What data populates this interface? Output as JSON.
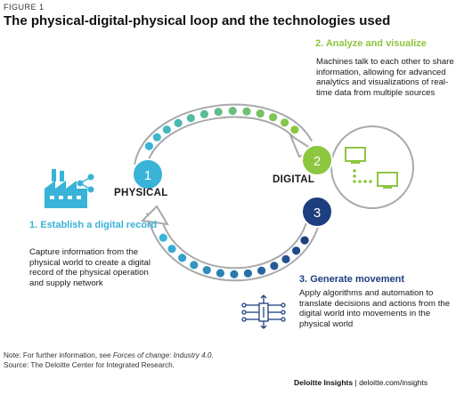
{
  "figure_label": "FIGURE 1",
  "title": "The physical-digital-physical loop and the technologies used",
  "nodes": {
    "n1": "1",
    "n2": "2",
    "n3": "3",
    "physical": "PHYSICAL",
    "digital": "DIGITAL"
  },
  "steps": {
    "s1": {
      "heading": "1. Establish a digital record",
      "body": "Capture information from the physical world to create a digital record of the physical operation and supply network"
    },
    "s2": {
      "heading": "2. Analyze and visualize",
      "body": "Machines talk to each other to share information, allowing for advanced analytics and visualizations of real-time data from multiple sources"
    },
    "s3": {
      "heading": "3. Generate movement",
      "body": "Apply algorithms and automation to translate decisions and actions from the digital world into movements in the physical world"
    }
  },
  "note": {
    "prefix": "Note: For further information, see ",
    "italic": "Forces of change: Industry 4.0",
    "suffix": ".",
    "source": "Source: The Deloitte Center for Integrated Research."
  },
  "footer": {
    "brand": "Deloitte Insights",
    "sep": " | ",
    "url": "deloitte.com/insights"
  },
  "icons": [
    "factory-share-icon",
    "computer-network-icon",
    "circuit-chip-icon"
  ],
  "colors": {
    "green": "#8dc63f",
    "light_blue": "#39b3d7",
    "navy": "#1d3e7f",
    "arrow_gray": "#a7a9ac"
  }
}
